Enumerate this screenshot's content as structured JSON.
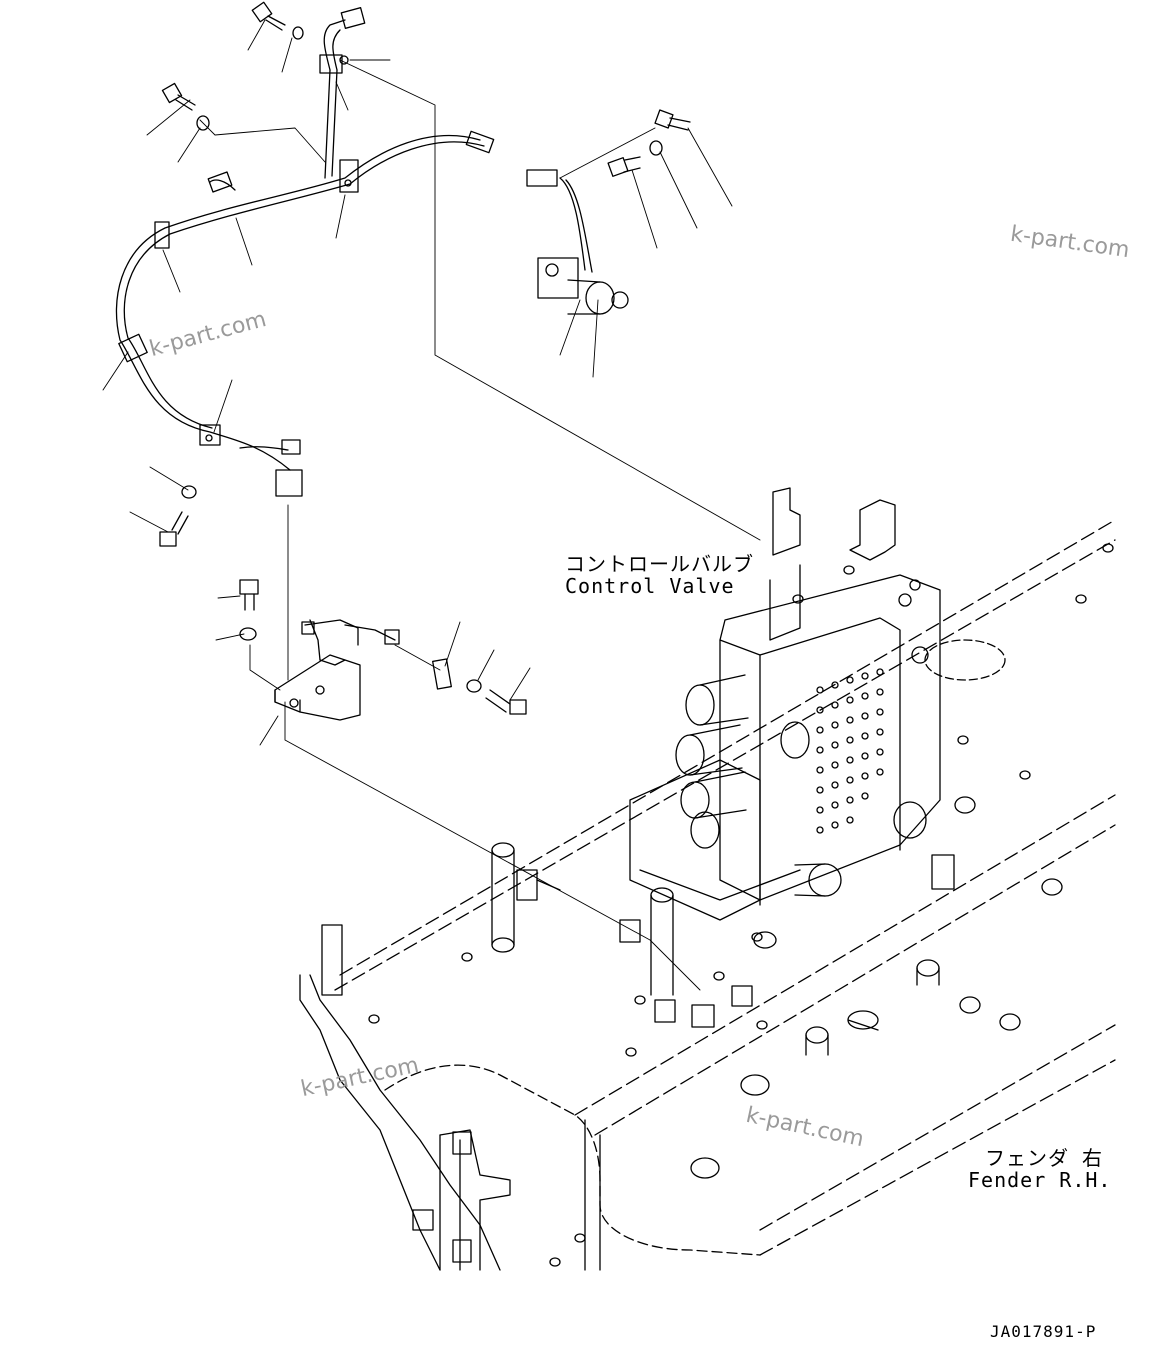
{
  "labels": {
    "control_valve_jp": "コントロールバルブ",
    "control_valve_en": "Control Valve",
    "fender_jp": "フェンダ 右",
    "fender_en": "Fender R.H.",
    "drawing_no": "JA017891-P"
  },
  "watermark": "k-part.com",
  "colors": {
    "line": "#000000",
    "watermark": "#9a9a9a",
    "background": "#ffffff"
  }
}
